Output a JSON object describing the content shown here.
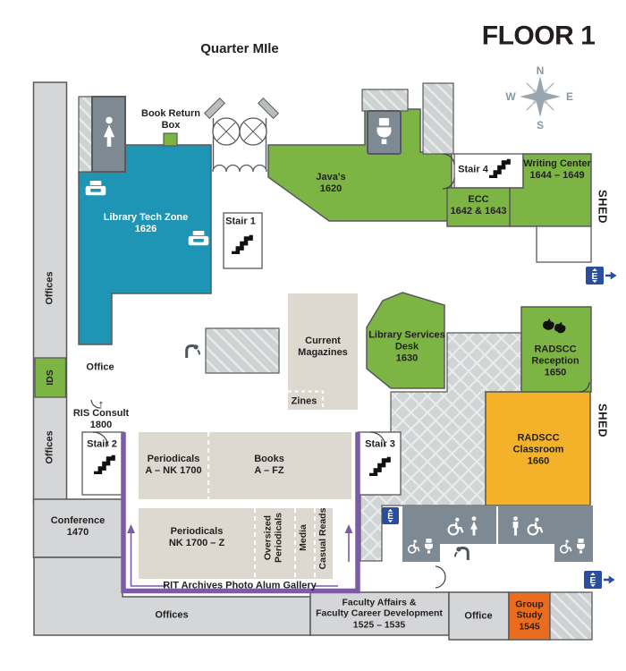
{
  "page": {
    "area_title": "Quarter MIle",
    "floor_title": "FLOOR 1"
  },
  "compass": {
    "north": "N",
    "east": "E",
    "south": "S",
    "west": "W"
  },
  "colors": {
    "teal": "#1E95B5",
    "green": "#7CB543",
    "yellow": "#F3B229",
    "orange": "#EB6C1F",
    "purple": "#7A5CA8",
    "beige": "#DDD8D0",
    "room_gray": "#D4D6D7",
    "slate_gray": "#7D8A93",
    "elevator_blue": "#2B4D9E",
    "outline": "#58595B"
  },
  "labels": {
    "offices_upper": "Offices",
    "ids": "IDS",
    "offices_lower": "Offices",
    "offices_bottom": "Offices",
    "office_small": "Office",
    "office_bottom": "Office",
    "shed_top": "SHED",
    "shed_bottom": "SHED",
    "gallery": "RIT Archives Photo Alum Gallery",
    "zines": "Zines",
    "book_return_1": "Book Return",
    "book_return_2": "Box"
  },
  "rooms": {
    "library_tech_zone": {
      "name": "Library Tech Zone",
      "number": "1626"
    },
    "javas": {
      "name": "Java's",
      "number": "1620"
    },
    "writing_center": {
      "name": "Writing Center",
      "number": "1644 – 1649"
    },
    "ecc": {
      "name": "ECC",
      "number": "1642 & 1643"
    },
    "library_services_desk": {
      "name": "Library Services Desk",
      "number": "1630"
    },
    "radscc_reception": {
      "name": "RADSCC Reception",
      "number": "1650"
    },
    "radscc_classroom": {
      "name": "RADSCC Classroom",
      "number": "1660"
    },
    "current_magazines": {
      "name": "Current Magazines"
    },
    "periodicals_a": {
      "name": "Periodicals",
      "range": "A – NK 1700"
    },
    "books": {
      "name": "Books",
      "range": "A – FZ"
    },
    "periodicals_nk": {
      "name": "Periodicals",
      "range": "NK 1700 – Z"
    },
    "oversized": {
      "name": "Oversized Periodicals"
    },
    "media": {
      "name": "Media"
    },
    "casual_reads": {
      "name": "Casual Reads"
    },
    "conference": {
      "name": "Conference",
      "number": "1470"
    },
    "ris_consult": {
      "name": "RIS Consult",
      "number": "1800"
    },
    "faculty": {
      "line1": "Faculty Affairs &",
      "line2": "Faculty Career Development",
      "number": "1525 – 1535"
    },
    "group_study": {
      "name": "Group Study",
      "number": "1545"
    }
  },
  "stairs": {
    "stair_1": "Stair 1",
    "stair_2": "Stair 2",
    "stair_3": "Stair 3",
    "stair_4": "Stair 4"
  },
  "icons": {
    "elevator_letter": "E",
    "up_arrow": "↑",
    "names": [
      "woman-icon",
      "man-icon",
      "wheelchair-icon",
      "toilet-icon",
      "printer-icon",
      "stairs-icon",
      "water-fountain-icon",
      "elevator-icon",
      "sign-language-hands-icon",
      "compass-rose"
    ]
  }
}
